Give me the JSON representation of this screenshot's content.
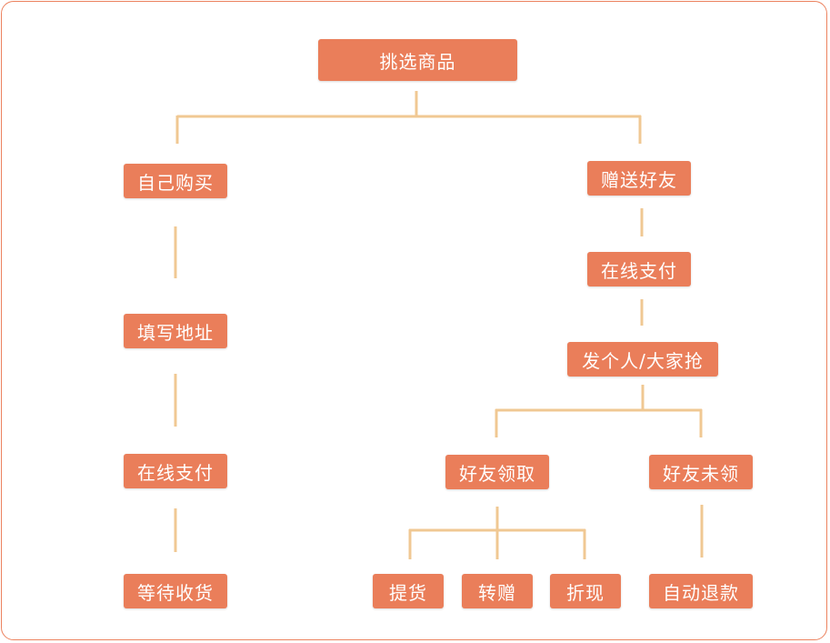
{
  "colors": {
    "node_fill": "#ea7e5a",
    "node_text": "#ffffff",
    "connector": "#f0c893",
    "frame": "#ec825e"
  },
  "nodes": {
    "root": "挑选商品",
    "self_buy": "自己购买",
    "gift": "赠送好友",
    "fill_address": "填写地址",
    "pay_left": "在线支付",
    "wait_receive": "等待收货",
    "pay_right": "在线支付",
    "grab": "发个人/大家抢",
    "friend_claim": "好友领取",
    "friend_unclaimed": "好友未领",
    "pickup": "提货",
    "transfer": "转赠",
    "cash_out": "折现",
    "auto_refund": "自动退款"
  }
}
